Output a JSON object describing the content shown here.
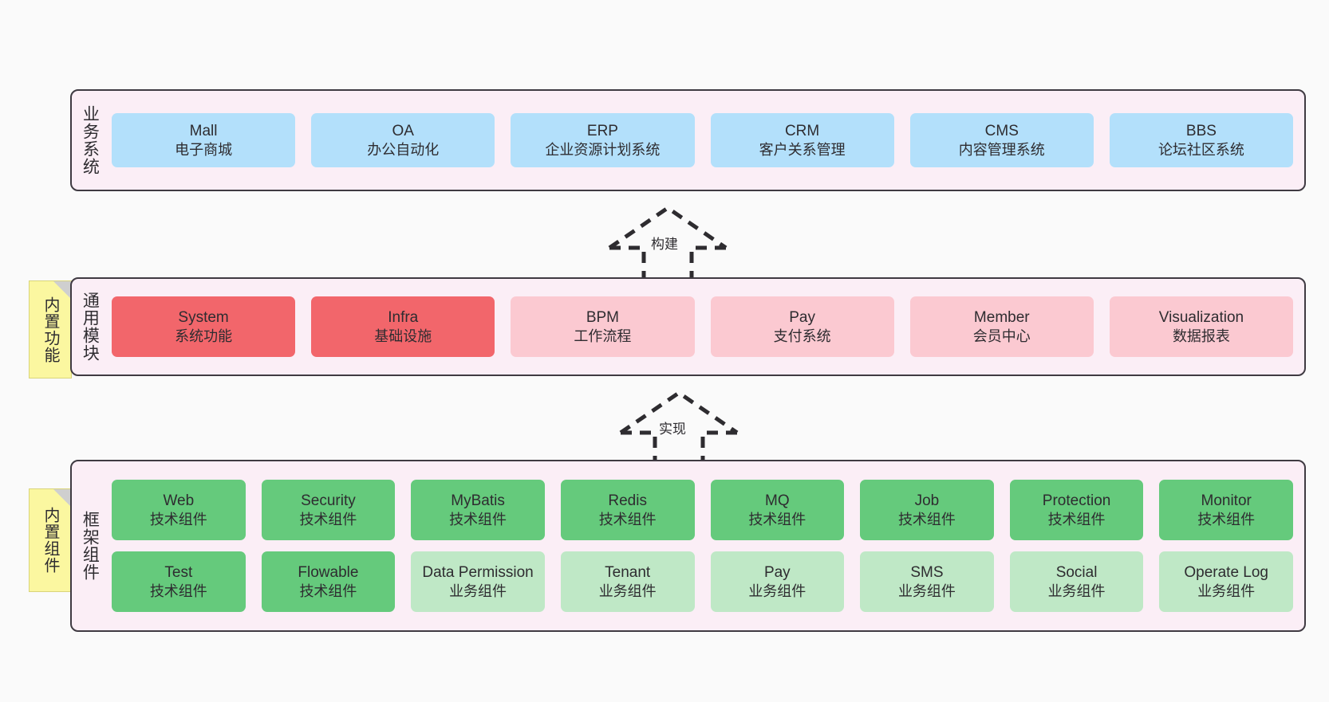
{
  "layers": [
    {
      "id": "business",
      "title": "业务系统",
      "rows": [
        {
          "style": "biz",
          "boxes": [
            {
              "name": "Mall",
              "desc": "电子商城"
            },
            {
              "name": "OA",
              "desc": "办公自动化"
            },
            {
              "name": "ERP",
              "desc": "企业资源计划系统"
            },
            {
              "name": "CRM",
              "desc": "客户关系管理"
            },
            {
              "name": "CMS",
              "desc": "内容管理系统"
            },
            {
              "name": "BBS",
              "desc": "论坛社区系统"
            }
          ]
        }
      ]
    },
    {
      "id": "common",
      "title": "通用模块",
      "rows": [
        {
          "boxes": [
            {
              "name": "System",
              "desc": "系统功能",
              "style": "mod-on"
            },
            {
              "name": "Infra",
              "desc": "基础设施",
              "style": "mod-on"
            },
            {
              "name": "BPM",
              "desc": "工作流程",
              "style": "mod-off"
            },
            {
              "name": "Pay",
              "desc": "支付系统",
              "style": "mod-off"
            },
            {
              "name": "Member",
              "desc": "会员中心",
              "style": "mod-off"
            },
            {
              "name": "Visualization",
              "desc": "数据报表",
              "style": "mod-off"
            }
          ]
        }
      ]
    },
    {
      "id": "framework",
      "title": "框架组件",
      "rows": [
        {
          "boxes": [
            {
              "name": "Web",
              "desc": "技术组件",
              "style": "tech"
            },
            {
              "name": "Security",
              "desc": "技术组件",
              "style": "tech"
            },
            {
              "name": "MyBatis",
              "desc": "技术组件",
              "style": "tech"
            },
            {
              "name": "Redis",
              "desc": "技术组件",
              "style": "tech"
            },
            {
              "name": "MQ",
              "desc": "技术组件",
              "style": "tech"
            },
            {
              "name": "Job",
              "desc": "技术组件",
              "style": "tech"
            },
            {
              "name": "Protection",
              "desc": "技术组件",
              "style": "tech"
            },
            {
              "name": "Monitor",
              "desc": "技术组件",
              "style": "tech"
            }
          ]
        },
        {
          "boxes": [
            {
              "name": "Test",
              "desc": "技术组件",
              "style": "tech"
            },
            {
              "name": "Flowable",
              "desc": "技术组件",
              "style": "tech"
            },
            {
              "name": "Data Permission",
              "desc": "业务组件",
              "style": "bizc"
            },
            {
              "name": "Tenant",
              "desc": "业务组件",
              "style": "bizc"
            },
            {
              "name": "Pay",
              "desc": "业务组件",
              "style": "bizc"
            },
            {
              "name": "SMS",
              "desc": "业务组件",
              "style": "bizc"
            },
            {
              "name": "Social",
              "desc": "业务组件",
              "style": "bizc"
            },
            {
              "name": "Operate Log",
              "desc": "业务组件",
              "style": "bizc"
            }
          ]
        }
      ]
    }
  ],
  "stickies": [
    {
      "id": "builtin-func",
      "label": "内置功能"
    },
    {
      "id": "builtin-comp",
      "label": "内置组件"
    }
  ],
  "connectors": [
    {
      "id": "build",
      "label": "构建"
    },
    {
      "id": "impl",
      "label": "实现"
    }
  ],
  "colors": {
    "canvas_bg": "#fafafa",
    "panel_bg": "#fbeef6",
    "panel_border": "#3f3a42",
    "business_box": "#b3e0fb",
    "module_active": "#f2666b",
    "module_inactive": "#fbc9d1",
    "tech_component": "#65ca7c",
    "business_component": "#bfe8c6",
    "sticky_note": "#fbf7a0",
    "sticky_fold": "#cfcfcf",
    "text": "#2e2c30"
  }
}
